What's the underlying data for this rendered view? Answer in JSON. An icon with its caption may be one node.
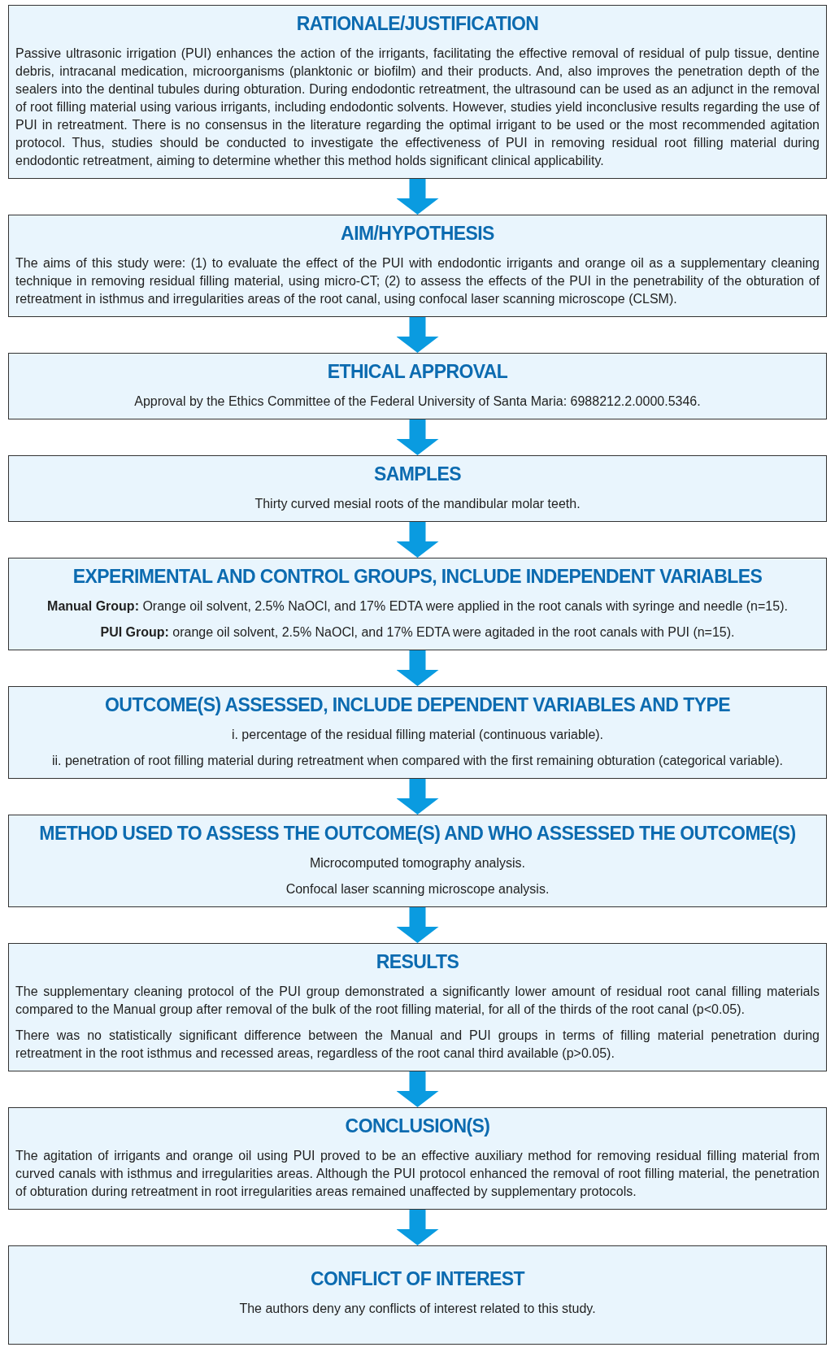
{
  "diagram": {
    "nodes": [
      {
        "text": [
          "RATIONALE/JUSTIFICATION",
          "Passive ultrasonic irrigation (PUI) enhances the action of the irrigants, facilitating the effective removal of residual of pulp tissue, dentine debris, intracanal medication, microorganisms (planktonic or biofilm) and their products. And, also improves the penetration depth of the sealers into the dentinal tubules during obturation. During endodontic retreatment, the ultrasound can be used as an adjunct in the removal of root filling material using various irrigants, including endodontic solvents. However, studies yield inconclusive results regarding the use of PUI in retreatment. There is no consensus in the literature regarding the optimal irrigant to be used or the most recommended agitation protocol. Thus, studies should be conducted to investigate the effectiveness of PUI in removing residual root filling material during endodontic retreatment, aiming to determine whether this method holds significant clinical applicability."
        ]
      },
      {
        "text": [
          "AIM/HYPOTHESIS",
          "The aims of this study were: (1) to evaluate the effect of the PUI with endodontic irrigants and orange oil as a supplementary cleaning technique in removing residual filling material, using micro-CT; (2) to assess the effects of the PUI in the penetrability of the obturation of retreatment in isthmus and irregularities areas of the root canal, using confocal laser scanning microscope (CLSM)."
        ]
      },
      {
        "text": [
          "ETHICAL APPROVAL",
          "Approval by the Ethics Committee of the Federal University of Santa Maria: 6988212.2.0000.5346."
        ]
      },
      {
        "text": [
          "SAMPLES",
          "Thirty curved mesial roots of the mandibular molar teeth."
        ]
      },
      {
        "text": [
          "EXPERIMENTAL AND CONTROL GROUPS, INCLUDE INDEPENDENT VARIABLES",
          "**Manual Group:** Orange oil solvent, 2.5% NaOCl, and 17% EDTA were applied in the root canals with syringe and needle (n=15).",
          "**PUI Group:** orange oil solvent, 2.5% NaOCl, and 17% EDTA were agitaded in the root canals with PUI (n=15)."
        ]
      },
      {
        "text": [
          "OUTCOME(S) ASSESSED, INCLUDE DEPENDENT VARIABLES AND TYPE",
          "i. percentage of the residual filling material (continuous variable).",
          "ii. penetration of root filling material during retreatment when compared with the first remaining obturation (categorical variable)."
        ]
      },
      {
        "text": [
          "METHOD USED TO ASSESS THE OUTCOME(S) AND WHO ASSESSED THE OUTCOME(S)",
          "Microcomputed tomography analysis.",
          "Confocal laser scanning microscope analysis."
        ]
      },
      {
        "text": [
          "RESULTS",
          "The supplementary cleaning protocol of the PUI group demonstrated a significantly lower amount of residual root canal filling materials compared to the Manual group after removal of the bulk of the root filling material, for all of the thirds of the root canal (p<0.05).",
          "There was no statistically significant difference between the Manual and PUI groups in terms of filling material penetration during retreatment in the root isthmus and recessed areas, regardless of the root canal third available (p>0.05)."
        ]
      },
      {
        "text": [
          "CONCLUSION(S)",
          "The agitation of irrigants and orange oil using PUI proved to be an effective auxiliary method for removing residual filling material from curved canals with isthmus and irregularities areas. Although the PUI protocol enhanced the removal of root filling material, the penetration of obturation during retreatment in root irregularities areas remained unaffected by supplementary protocols."
        ]
      },
      {
        "text": [
          "CONFLICT OF INTEREST",
          "The authors deny any conflicts of interest related to this study."
        ]
      }
    ],
    "edges": [
      {
        "from": 0,
        "to": 1,
        "arrow": "to"
      },
      {
        "from": 1,
        "to": 2,
        "arrow": "to"
      },
      {
        "from": 2,
        "to": 3,
        "arrow": "to"
      },
      {
        "from": 3,
        "to": 4,
        "arrow": "to"
      },
      {
        "from": 4,
        "to": 5,
        "arrow": "to"
      },
      {
        "from": 5,
        "to": 6,
        "arrow": "to"
      },
      {
        "from": 6,
        "to": 7,
        "arrow": "to"
      },
      {
        "from": 7,
        "to": 8,
        "arrow": "to"
      },
      {
        "from": 8,
        "to": 9,
        "arrow": "to"
      }
    ]
  }
}
